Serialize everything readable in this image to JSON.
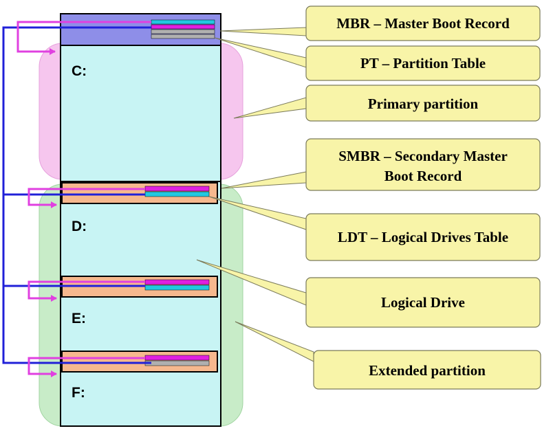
{
  "drives": {
    "c": "C:",
    "d": "D:",
    "e": "E:",
    "f": "F:"
  },
  "callouts": {
    "mbr": "MBR – Master Boot Record",
    "pt": "PT – Partition Table",
    "primary": "Primary partition",
    "smbr_line1": "SMBR – Secondary Master",
    "smbr_line2": "Boot Record",
    "ldt": "LDT – Logical Drives Table",
    "logical": "Logical Drive",
    "extended": "Extended partition"
  },
  "colors": {
    "mbr_fill": "#8e8ee8",
    "drive_fill": "#c8f4f4",
    "primary_fill": "#f6c6ee",
    "extended_fill": "#c8ecc8",
    "boot_record_fill": "#f6b88e",
    "callout_fill": "#f8f4a8",
    "callout_stroke": "#7a7a5a",
    "arrow_blue": "#2020d8",
    "arrow_magenta": "#e040e0",
    "table_cyan": "#22c8e0",
    "table_magenta": "#e020e0"
  }
}
